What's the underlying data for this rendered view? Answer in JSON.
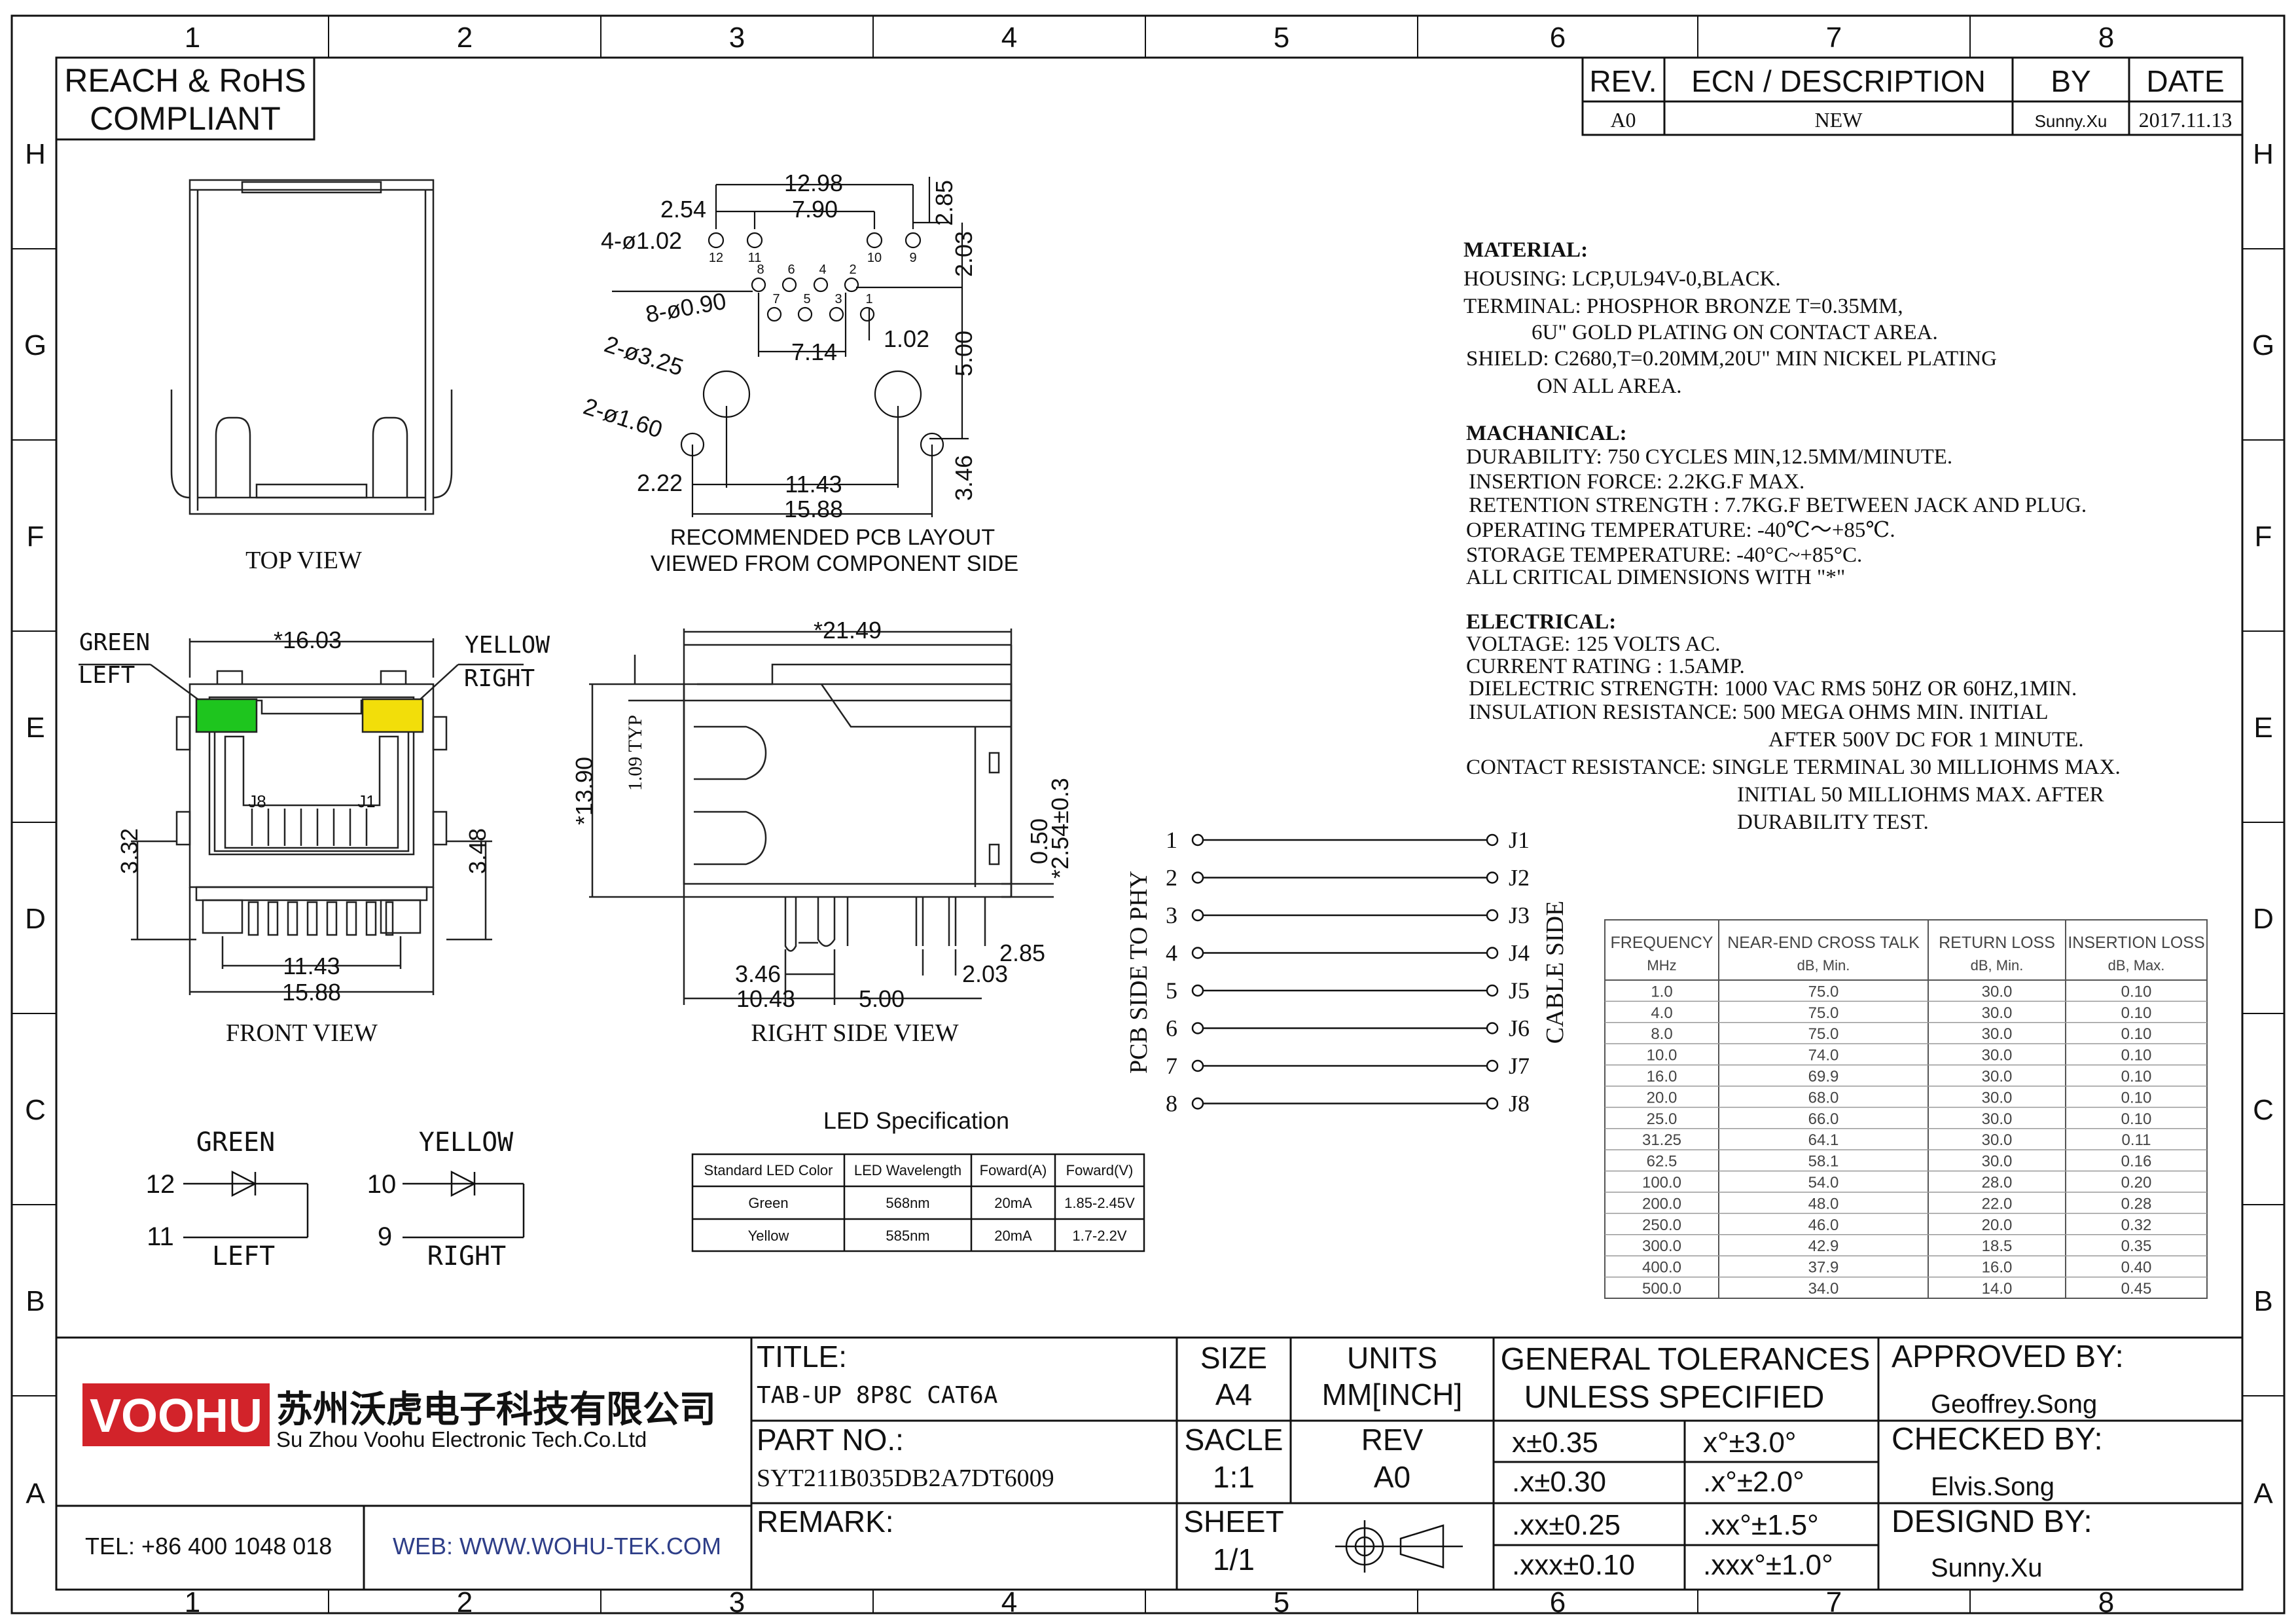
{
  "grid": {
    "columns": [
      "1",
      "2",
      "3",
      "4",
      "5",
      "6",
      "7",
      "8"
    ],
    "rows": [
      "H",
      "G",
      "F",
      "E",
      "D",
      "C",
      "B",
      "A"
    ]
  },
  "compliance": {
    "line1": "REACH & RoHS",
    "line2": "COMPLIANT"
  },
  "revision_table": {
    "headers": [
      "REV.",
      "ECN / DESCRIPTION",
      "BY",
      "DATE"
    ],
    "row": [
      "A0",
      "NEW",
      "Sunny.Xu",
      "2017.11.13"
    ]
  },
  "views": {
    "top": "TOP VIEW",
    "front": "FRONT VIEW",
    "right_side": "RIGHT SIDE VIEW",
    "pcb_layout_1": "RECOMMENDED PCB LAYOUT",
    "pcb_layout_2": "VIEWED FROM COMPONENT SIDE"
  },
  "pcb_layout": {
    "dims": {
      "d_12_98": "12.98",
      "d_2_54": "2.54",
      "d_7_90": "7.90",
      "d_2_85": "2.85",
      "d_2_03": "2.03",
      "d_4_hole": "4-ø1.02",
      "d_8_hole": "8-ø0.90",
      "d_7_14": "7.14",
      "d_1_02": "1.02",
      "d_2_hole325": "2-ø3.25",
      "d_5_00": "5.00",
      "d_2_hole160": "2-ø1.60",
      "d_2_22": "2.22",
      "d_11_43": "11.43",
      "d_15_88": "15.88",
      "d_3_46": "3.46"
    },
    "pins": [
      "12",
      "11",
      "8",
      "6",
      "4",
      "2",
      "10",
      "9",
      "7",
      "5",
      "3",
      "1"
    ]
  },
  "front_view": {
    "green": "GREEN",
    "left": "LEFT",
    "yellow": "YELLOW",
    "right": "RIGHT",
    "width": "*16.03",
    "j8": "J8",
    "j1": "J1",
    "d_3_32": "3.32",
    "d_3_48": "3.48",
    "d_11_43": "11.43",
    "d_15_88": "15.88"
  },
  "side_view": {
    "d_21_49": "*21.49",
    "d_13_90": "*13.90",
    "d_1_09": "1.09 TYP",
    "d_0_50": "0.50",
    "d_2_54": "*2.54±0.3",
    "d_3_46": "3.46",
    "d_10_43": "10.43",
    "d_5_00": "5.00",
    "d_2_03": "2.03",
    "d_2_85": "2.85"
  },
  "led_circuit": {
    "green": "GREEN",
    "yellow": "YELLOW",
    "left": "LEFT",
    "right": "RIGHT",
    "p12": "12",
    "p11": "11",
    "p10": "10",
    "p9": "9"
  },
  "led_spec": {
    "title": "LED Specification",
    "headers": [
      "Standard LED Color",
      "LED Wavelength",
      "Foward(A)",
      "Foward(V)"
    ],
    "rows": [
      [
        "Green",
        "568nm",
        "20mA",
        "1.85-2.45V"
      ],
      [
        "Yellow",
        "585nm",
        "20mA",
        "1.7-2.2V"
      ]
    ]
  },
  "schematic": {
    "left_label": "PCB SIDE TO PHY",
    "right_label": "CABLE SIDE",
    "pins": [
      "1",
      "2",
      "3",
      "4",
      "5",
      "6",
      "7",
      "8"
    ],
    "jacks": [
      "J1",
      "J2",
      "J3",
      "J4",
      "J5",
      "J6",
      "J7",
      "J8"
    ]
  },
  "specs": {
    "material_head": "MATERIAL:",
    "material": [
      "HOUSING: LCP,UL94V-0,BLACK.",
      "TERMINAL: PHOSPHOR BRONZE T=0.35MM,",
      "6U\" GOLD PLATING ON CONTACT AREA.",
      "SHIELD: C2680,T=0.20MM,20U\" MIN NICKEL PLATING",
      "ON ALL AREA."
    ],
    "mech_head": "MACHANICAL:",
    "mech": [
      "DURABILITY: 750 CYCLES MIN,12.5MM/MINUTE.",
      "INSERTION FORCE: 2.2KG.F MAX.",
      "RETENTION STRENGTH : 7.7KG.F BETWEEN JACK AND PLUG.",
      "OPERATING TEMPERATURE: -40℃～+85℃.",
      "STORAGE TEMPERATURE: -40°C~+85°C.",
      "ALL CRITICAL DIMENSIONS WITH \"*\""
    ],
    "elec_head": "ELECTRICAL:",
    "elec": [
      "VOLTAGE: 125 VOLTS AC.",
      "CURRENT RATING : 1.5AMP.",
      "DIELECTRIC STRENGTH: 1000 VAC RMS 50HZ OR 60HZ,1MIN.",
      "INSULATION RESISTANCE: 500 MEGA OHMS MIN. INITIAL",
      "AFTER 500V DC FOR 1 MINUTE.",
      "CONTACT RESISTANCE: SINGLE TERMINAL 30 MILLIOHMS MAX.",
      "INITIAL 50 MILLIOHMS MAX. AFTER",
      "DURABILITY TEST."
    ]
  },
  "perf_table": {
    "headers": [
      [
        "FREQUENCY",
        "MHz"
      ],
      [
        "NEAR-END CROSS TALK",
        "dB, Min."
      ],
      [
        "RETURN LOSS",
        "dB, Min."
      ],
      [
        "INSERTION LOSS",
        "dB, Max."
      ]
    ],
    "rows": [
      [
        "1.0",
        "75.0",
        "30.0",
        "0.10"
      ],
      [
        "4.0",
        "75.0",
        "30.0",
        "0.10"
      ],
      [
        "8.0",
        "75.0",
        "30.0",
        "0.10"
      ],
      [
        "10.0",
        "74.0",
        "30.0",
        "0.10"
      ],
      [
        "16.0",
        "69.9",
        "30.0",
        "0.10"
      ],
      [
        "20.0",
        "68.0",
        "30.0",
        "0.10"
      ],
      [
        "25.0",
        "66.0",
        "30.0",
        "0.10"
      ],
      [
        "31.25",
        "64.1",
        "30.0",
        "0.11"
      ],
      [
        "62.5",
        "58.1",
        "30.0",
        "0.16"
      ],
      [
        "100.0",
        "54.0",
        "28.0",
        "0.20"
      ],
      [
        "200.0",
        "48.0",
        "22.0",
        "0.28"
      ],
      [
        "250.0",
        "46.0",
        "20.0",
        "0.32"
      ],
      [
        "300.0",
        "42.9",
        "18.5",
        "0.35"
      ],
      [
        "400.0",
        "37.9",
        "16.0",
        "0.40"
      ],
      [
        "500.0",
        "34.0",
        "14.0",
        "0.45"
      ]
    ]
  },
  "title_block": {
    "logo_text": "VOOHU",
    "company_cn": "苏州沃虎电子科技有限公司",
    "company_en": "Su Zhou Voohu Electronic Tech.Co.Ltd",
    "tel": "TEL: +86 400 1048 018",
    "web": "WEB: WWW.WOHU-TEK.COM",
    "title_label": "TITLE:",
    "title_value": "TAB-UP 8P8C CAT6A",
    "part_label": "PART NO.:",
    "part_value": "SYT211B035DB2A7DT6009",
    "remark_label": "REMARK:",
    "size_label": "SIZE",
    "size_value": "A4",
    "units_label": "UNITS",
    "units_value": "MM[INCH]",
    "scale_label": "SACLE",
    "scale_value": "1:1",
    "rev_label": "REV",
    "rev_value": "A0",
    "sheet_label": "SHEET",
    "sheet_value": "1/1",
    "tol_head1": "GENERAL TOLERANCES",
    "tol_head2": "UNLESS SPECIFIED",
    "tol": [
      [
        "x±0.35",
        "x°±3.0°"
      ],
      [
        ".x±0.30",
        ".x°±2.0°"
      ],
      [
        ".xx±0.25",
        ".xx°±1.5°"
      ],
      [
        ".xxx±0.10",
        ".xxx°±1.0°"
      ]
    ],
    "approved_label": "APPROVED BY:",
    "approved_value": "Geoffrey.Song",
    "checked_label": "CHECKED BY:",
    "checked_value": "Elvis.Song",
    "designed_label": "DESIGND BY:",
    "designed_value": "Sunny.Xu"
  },
  "colors": {
    "logo_red": "#d2232a",
    "led_green": "#1ec51e",
    "led_yellow": "#f2de0a"
  }
}
